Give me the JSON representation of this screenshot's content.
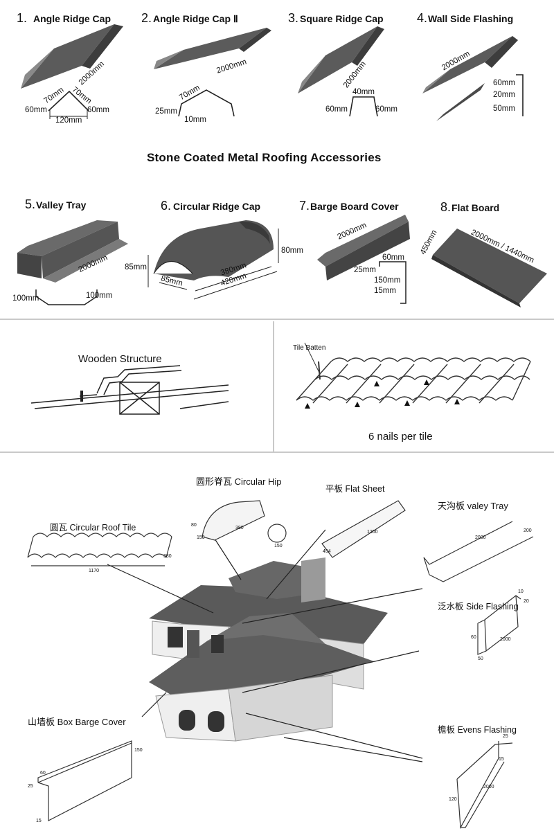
{
  "title": "Stone Coated Metal Roofing Accessories",
  "accessories": [
    {
      "num": "1.",
      "name": "Angle Ridge Cap",
      "dims": [
        "2000mm",
        "70mm",
        "70mm",
        "60mm",
        "60mm",
        "120mm"
      ]
    },
    {
      "num": "2.",
      "name": "Angle Ridge Cap Ⅱ",
      "dims": [
        "2000mm",
        "70mm",
        "25mm",
        "10mm"
      ]
    },
    {
      "num": "3.",
      "name": "Square Ridge Cap",
      "dims": [
        "2000mm",
        "40mm",
        "60mm",
        "60mm"
      ]
    },
    {
      "num": "4.",
      "name": "Wall Side Flashing",
      "dims": [
        "2000mm",
        "60mm",
        "20mm",
        "50mm"
      ]
    },
    {
      "num": "5.",
      "name": "Valley Tray",
      "dims": [
        "2000mm",
        "100mm",
        "100mm"
      ]
    },
    {
      "num": "6.",
      "name": "Circular Ridge Cap",
      "dims": [
        "80mm",
        "85mm",
        "85mm",
        "380mm",
        "420mm"
      ]
    },
    {
      "num": "7.",
      "name": "Barge Board Cover",
      "dims": [
        "2000mm",
        "60mm",
        "25mm",
        "150mm",
        "15mm"
      ]
    },
    {
      "num": "8.",
      "name": "Flat Board",
      "dims": [
        "2000mm / 1440mm",
        "450mm"
      ]
    }
  ],
  "install": {
    "wooden": "Wooden Structure",
    "batten": "Tile Batten",
    "nails": "6 nails per tile"
  },
  "house": {
    "circular_hip": {
      "label": "圆形脊瓦 Circular Hip",
      "dims": [
        "80",
        "150",
        "380",
        "150"
      ]
    },
    "flat_sheet": {
      "label": "平板 Flat Sheet",
      "dims": [
        "1200",
        "454"
      ]
    },
    "valley_tray": {
      "label": "天沟板 valey Tray",
      "dims": [
        "2000",
        "200"
      ]
    },
    "roof_tile": {
      "label": "圆瓦 Circular Roof Tile",
      "dims": [
        "380",
        "1170"
      ]
    },
    "side_flashing": {
      "label": "泛水板 Side Flashing",
      "dims": [
        "10",
        "20",
        "60",
        "2000",
        "50"
      ]
    },
    "box_barge": {
      "label": "山墙板 Box Barge Cover",
      "dims": [
        "150",
        "60",
        "25",
        "15"
      ]
    },
    "evens_flashing": {
      "label": "檐板 Evens Flashing",
      "dims": [
        "25",
        "15",
        "120",
        "2000"
      ]
    }
  },
  "colors": {
    "metal": "#4a4a4a",
    "metal_light": "#6b6b6b",
    "roof": "#5a5a5a",
    "wall": "#eeeeee",
    "line": "#222222"
  }
}
